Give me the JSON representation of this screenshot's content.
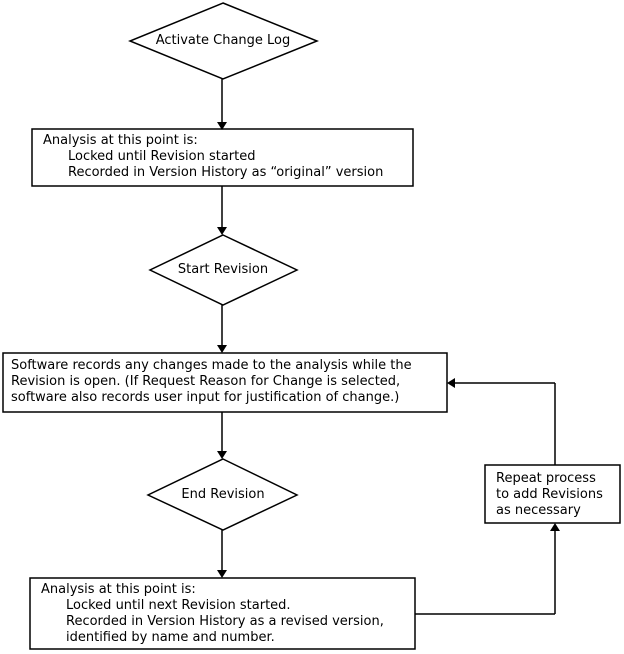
{
  "flowchart": {
    "colors": {
      "background": "#ffffff",
      "stroke": "#000000",
      "text": "#000000"
    },
    "nodes": {
      "activate_change_log": {
        "type": "decision",
        "label": "Activate Change Log"
      },
      "analysis_original": {
        "type": "process",
        "lines": [
          "Analysis at this point is:",
          "Locked until Revision started",
          "Recorded in Version History as “original” version"
        ]
      },
      "start_revision": {
        "type": "decision",
        "label": "Start Revision"
      },
      "software_records": {
        "type": "process",
        "lines": [
          "Software records any changes made to the analysis while the",
          "Revision is open. (If Request Reason for Change is selected,",
          "software also records user input for justification of change.)"
        ]
      },
      "end_revision": {
        "type": "decision",
        "label": "End Revision"
      },
      "analysis_revised": {
        "type": "process",
        "lines": [
          "Analysis at this point is:",
          "Locked until next Revision started.",
          "Recorded in Version History as a revised version,",
          "identified by name and number."
        ]
      },
      "repeat_process": {
        "type": "annotation",
        "lines": [
          "Repeat process",
          "to add Revisions",
          "as necessary"
        ]
      }
    }
  }
}
